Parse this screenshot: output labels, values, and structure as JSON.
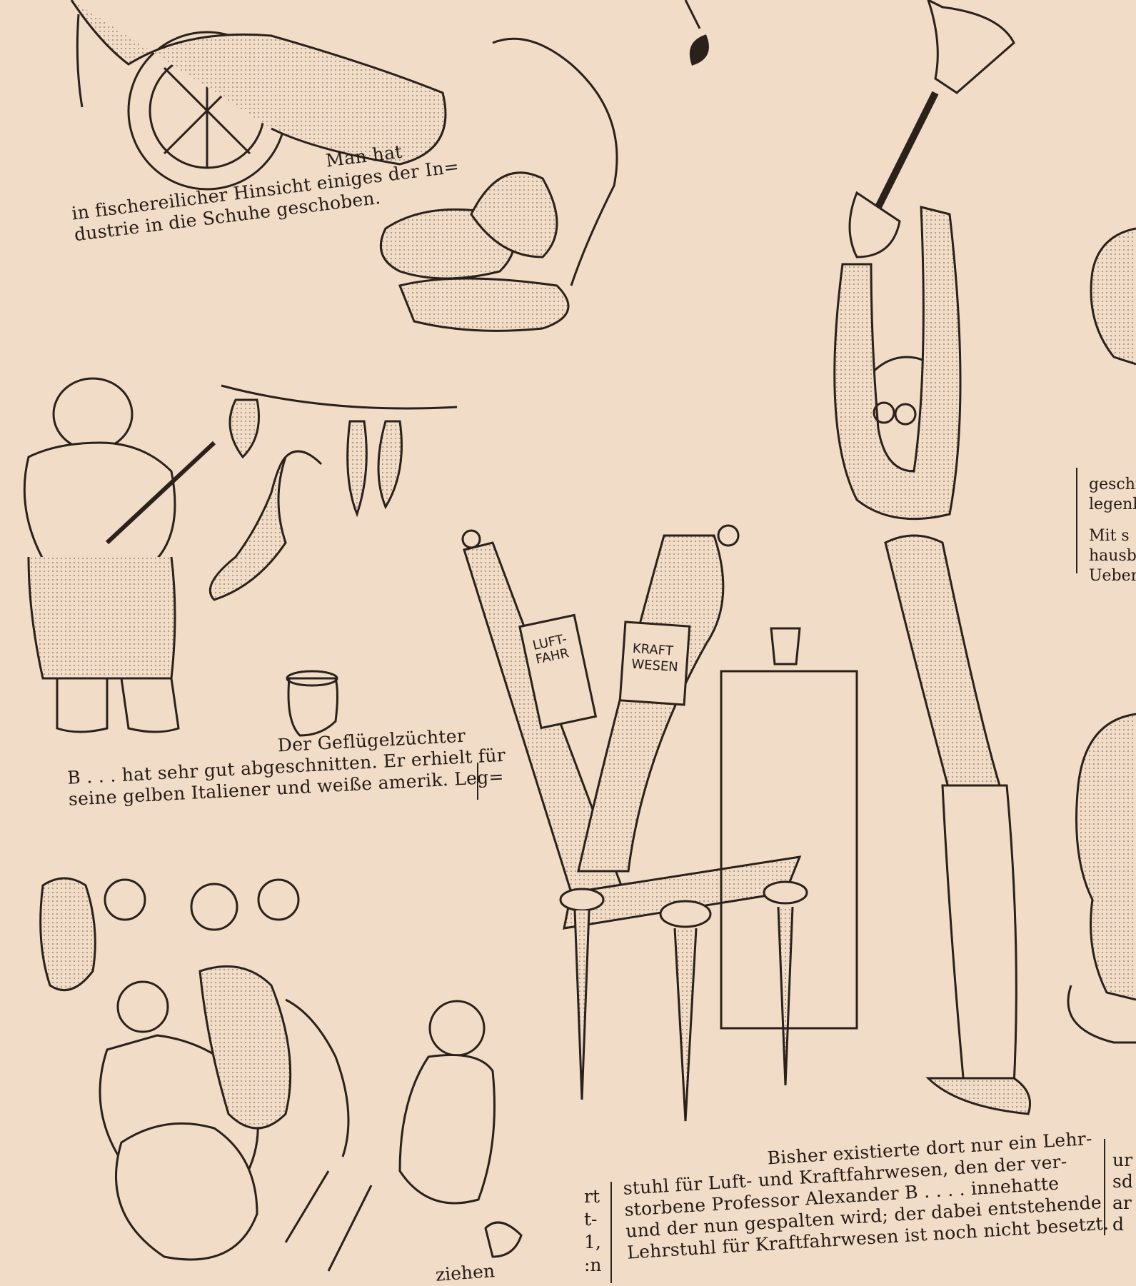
{
  "captions": {
    "fishing": {
      "lead": "Man hat",
      "line1": "in fischereilicher Hinsicht einiges der In=",
      "line2": "dustrie in die Schuhe geschoben."
    },
    "poultry": {
      "lead": "Der Geflügelzüchter",
      "line1": "B . . . hat sehr gut abgeschnitten. Er erhielt für",
      "line2": "seine gelben Italiener und weiße amerik. Leg="
    },
    "chair": {
      "line1": "Bisher existierte dort nur ein Lehr-",
      "line2": "stuhl für Luft- und Kraftfahrwesen, den der ver-",
      "line3": "storbene Professor Alexander B . . . . innehatte",
      "line4": "und der nun gespalten wird; der dabei entstehende",
      "line5": "Lehrstuhl für Kraftfahrwesen ist noch nicht besetzt."
    },
    "right_column": {
      "line1": "geschic",
      "line2": "legenb",
      "line3": "Mit s",
      "line4": "hausb",
      "line5": "Ueber"
    },
    "left_edge": [
      "rt",
      "t-",
      "1,",
      ":n"
    ],
    "right_edge": [
      "ur",
      "sd",
      "ar",
      "d"
    ],
    "bottom": "ziehen"
  },
  "signs": {
    "left_label": "LUFT-\nFAHR",
    "right_label": "KRAFT\nWESEN"
  },
  "colors": {
    "paper": "#f1dcc8",
    "ink": "#2a211b",
    "stipple": "#d9c2ad"
  }
}
